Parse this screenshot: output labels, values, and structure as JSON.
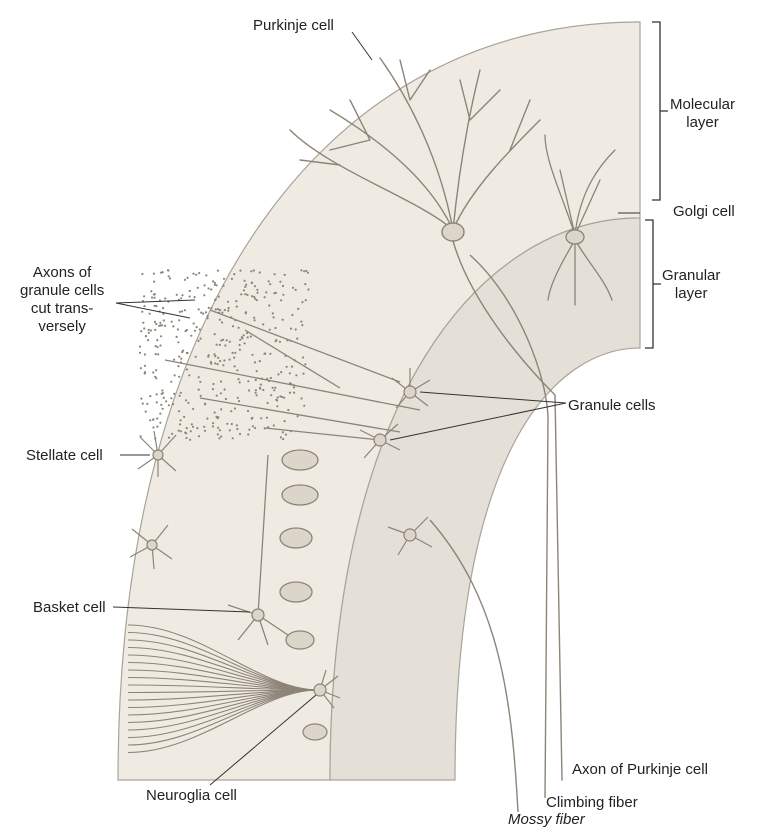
{
  "colors": {
    "background": "#ffffff",
    "molecular_layer": "#efebe3",
    "granular_layer": "#e4e0d8",
    "outline": "#aaa398",
    "cell_fill": "#dcd5ca",
    "cell_stroke": "#8d8478",
    "dendrite": "#8d8478",
    "leader_line": "#333333",
    "label_text": "#222222"
  },
  "labels": {
    "purkinje_cell": "Purkinje cell",
    "molecular_layer": "Molecular\nlayer",
    "golgi_cell": "Golgi cell",
    "granular_layer": "Granular\nlayer",
    "axons_granule": "Axons of\ngranule cells\ncut trans-\nversely",
    "granule_cells": "Granule cells",
    "stellate_cell": "Stellate cell",
    "basket_cell": "Basket cell",
    "neuroglia_cell": "Neuroglia cell",
    "axon_purkinje": "Axon of Purkinje cell",
    "climbing_fiber": "Climbing fiber",
    "mossy_fiber": "Mossy fiber"
  }
}
